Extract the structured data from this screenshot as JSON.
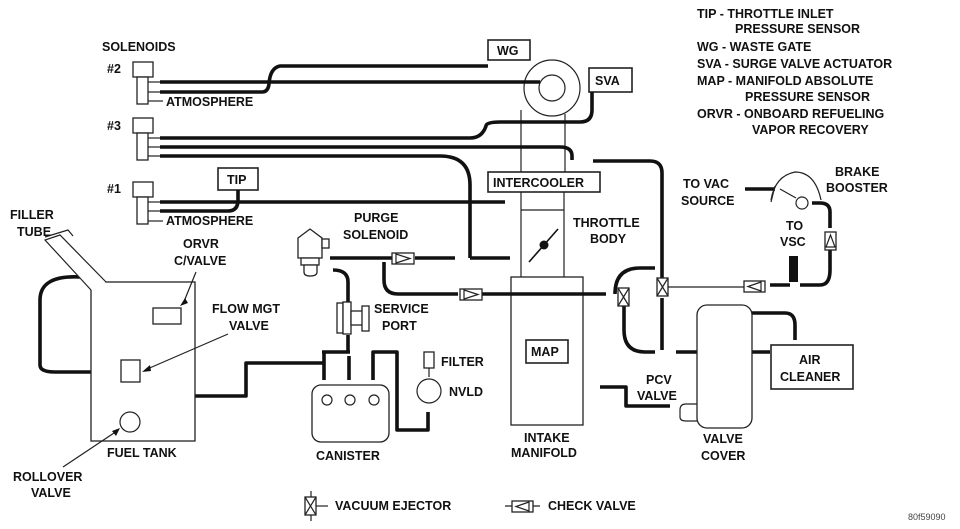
{
  "diagram": {
    "title": "Vacuum Hose Routing Diagram",
    "legend_abbreviations": [
      {
        "line1": "TIP - THROTTLE INLET",
        "line2": "PRESSURE SENSOR"
      },
      {
        "line1": "WG - WASTE GATE",
        "line2": ""
      },
      {
        "line1": "SVA - SURGE VALVE ACTUATOR",
        "line2": ""
      },
      {
        "line1": "MAP - MANIFOLD ABSOLUTE",
        "line2": "PRESSURE SENSOR"
      },
      {
        "line1": "ORVR - ONBOARD REFUELING",
        "line2": "VAPOR RECOVERY"
      }
    ],
    "solenoids": {
      "heading": "SOLENOIDS",
      "items": [
        {
          "id": "#2",
          "atmosphere_label": "ATMOSPHERE"
        },
        {
          "id": "#3",
          "atmosphere_label": ""
        },
        {
          "id": "#1",
          "atmosphere_label": "ATMOSPHERE"
        }
      ]
    },
    "components": {
      "wg": "WG",
      "sva": "SVA",
      "tip": "TIP",
      "intercooler": "INTERCOOLER",
      "throttle_body": [
        "THROTTLE",
        "BODY"
      ],
      "map": "MAP",
      "intake_manifold": [
        "INTAKE",
        "MANIFOLD"
      ],
      "purge_solenoid": [
        "PURGE",
        "SOLENOID"
      ],
      "service_port": [
        "SERVICE",
        "PORT"
      ],
      "filter": "FILTER",
      "nvld": "NVLD",
      "canister": "CANISTER",
      "filler_tube": [
        "FILLER",
        "TUBE"
      ],
      "orvr_cvalve": [
        "ORVR",
        "C/VALVE"
      ],
      "flow_mgt_valve": [
        "FLOW MGT",
        "VALVE"
      ],
      "fuel_tank": "FUEL TANK",
      "rollover_valve": [
        "ROLLOVER",
        "VALVE"
      ],
      "to_vac_source": [
        "TO VAC",
        "SOURCE"
      ],
      "brake_booster": [
        "BRAKE",
        "BOOSTER"
      ],
      "to_vsc": [
        "TO",
        "VSC"
      ],
      "air_cleaner": [
        "AIR",
        "CLEANER"
      ],
      "pcv_valve": [
        "PCV",
        "VALVE"
      ],
      "valve_cover": [
        "VALVE",
        "COVER"
      ]
    },
    "symbol_legend": [
      {
        "symbol": "vacuum-ejector",
        "label": "VACUUM EJECTOR"
      },
      {
        "symbol": "check-valve",
        "label": "CHECK VALVE"
      }
    ],
    "figure_id": "80f59090"
  }
}
